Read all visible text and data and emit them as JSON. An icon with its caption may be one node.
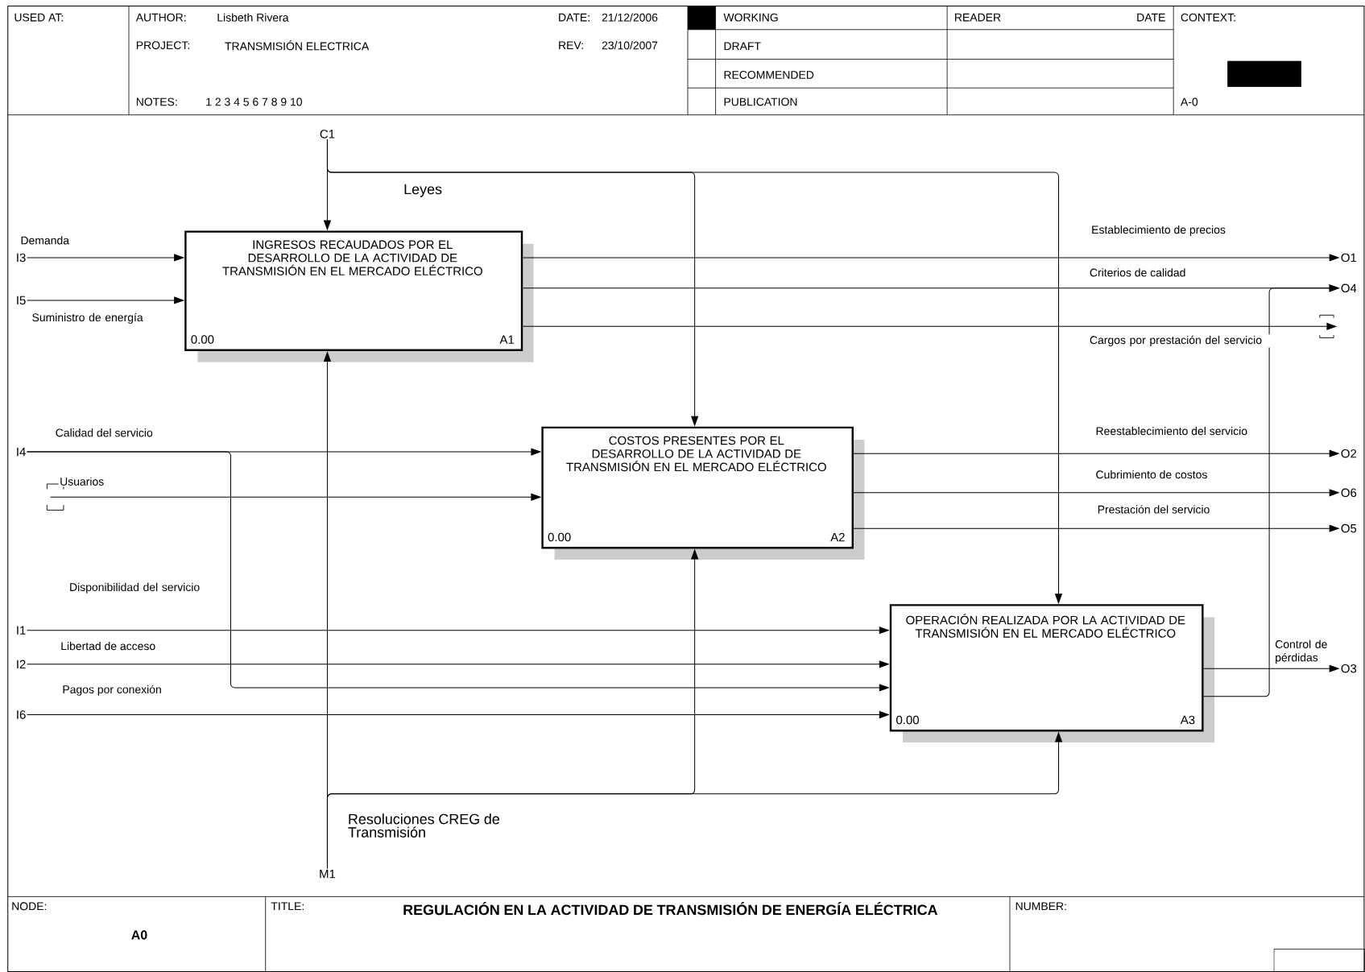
{
  "diagram": {
    "title": "REGULACIÓN EN LA ACTIVIDAD DE TRANSMISIÓN DE ENERGÍA ELÉCTRICA",
    "nodes": [
      {
        "text": [
          "INGRESOS RECAUDADOS POR EL DESARROLLO DE LA ACTIVIDAD DE TRANSMISIÓN EN EL MERCADO ELÉCTRICO",
          "0.00",
          "A1"
        ]
      },
      {
        "text": [
          "COSTOS PRESENTES POR EL DESARROLLO DE LA ACTIVIDAD DE TRANSMISIÓN EN EL MERCADO ELÉCTRICO",
          "0.00",
          "A2"
        ]
      },
      {
        "text": [
          "OPERACIÓN REALIZADA POR LA ACTIVIDAD DE TRANSMISIÓN EN EL MERCADO ELÉCTRICO",
          "0.00",
          "A3"
        ]
      },
      {
        "text": [
          "C1"
        ]
      },
      {
        "text": [
          "M1"
        ]
      },
      {
        "text": [
          "I3"
        ]
      },
      {
        "text": [
          "I5"
        ]
      },
      {
        "text": [
          "I4"
        ]
      },
      {
        "text": [
          "I1"
        ]
      },
      {
        "text": [
          "I2"
        ]
      },
      {
        "text": [
          "I6"
        ]
      },
      {
        "text": [
          "O1"
        ]
      },
      {
        "text": [
          "O4"
        ]
      },
      {
        "text": [
          "O2"
        ]
      },
      {
        "text": [
          "O6"
        ]
      },
      {
        "text": [
          "O5"
        ]
      },
      {
        "text": [
          "O3"
        ]
      },
      {
        "text": [],
        "shape": "box"
      },
      {
        "text": [],
        "shape": "box"
      }
    ],
    "edges": [
      {
        "from": 5,
        "to": 0,
        "arrow": "to",
        "label": "Demanda"
      },
      {
        "from": 6,
        "to": 0,
        "arrow": "to",
        "label": "Suministro de energía"
      },
      {
        "from": 7,
        "to": 1,
        "arrow": "to",
        "label": "Calidad del servicio"
      },
      {
        "from": 7,
        "to": 2,
        "arrow": "to"
      },
      {
        "from": null,
        "to": 1,
        "arrow": "to",
        "label": "Usuarios"
      },
      {
        "from": 8,
        "to": 2,
        "arrow": "to",
        "label": "Disponibilidad del servicio"
      },
      {
        "from": 9,
        "to": 2,
        "arrow": "to",
        "label": "Libertad de acceso"
      },
      {
        "from": 10,
        "to": 2,
        "arrow": "to",
        "label": "Pagos por conexión"
      },
      {
        "from": 3,
        "to": 0,
        "arrow": "to"
      },
      {
        "from": 3,
        "to": 1,
        "arrow": "to",
        "label": "Leyes"
      },
      {
        "from": 3,
        "to": 2,
        "arrow": "to"
      },
      {
        "from": 4,
        "to": 0,
        "arrow": "to",
        "label": "Resoluciones CREG de Transmisión"
      },
      {
        "from": 4,
        "to": 1,
        "arrow": "to"
      },
      {
        "from": 4,
        "to": 2,
        "arrow": "to"
      },
      {
        "from": 0,
        "to": 11,
        "arrow": "to",
        "label": "Establecimiento de precios"
      },
      {
        "from": 0,
        "to": 12,
        "arrow": "to",
        "label": "Criterios de calidad"
      },
      {
        "from": 0,
        "to": null,
        "arrow": "to",
        "label": "Cargos por prestación del servicio"
      },
      {
        "from": 1,
        "to": 13,
        "arrow": "to",
        "label": "Reestablecimiento del servicio"
      },
      {
        "from": 1,
        "to": 14,
        "arrow": "to",
        "label": "Cubrimiento de costos"
      },
      {
        "from": 1,
        "to": 15,
        "arrow": "to",
        "label": "Prestación del servicio"
      },
      {
        "from": 2,
        "to": 16,
        "arrow": "to",
        "label": "Control de pérdidas"
      },
      {
        "from": 2,
        "to": 12,
        "arrow": "to"
      }
    ],
    "labels": [
      "USED AT:",
      "AUTHOR:",
      "Lisbeth Rivera",
      "DATE:",
      "21/12/2006",
      "WORKING",
      "READER",
      "DATE",
      "CONTEXT:",
      "PROJECT:",
      "TRANSMISIÓN ELECTRICA",
      "REV:",
      "23/10/2007",
      "DRAFT",
      "RECOMMENDED",
      "NOTES:",
      "1 2 3 4 5 6 7 8 9 10",
      "PUBLICATION",
      "A-0",
      "NODE:",
      "TITLE:",
      "NUMBER:",
      "A0"
    ]
  }
}
